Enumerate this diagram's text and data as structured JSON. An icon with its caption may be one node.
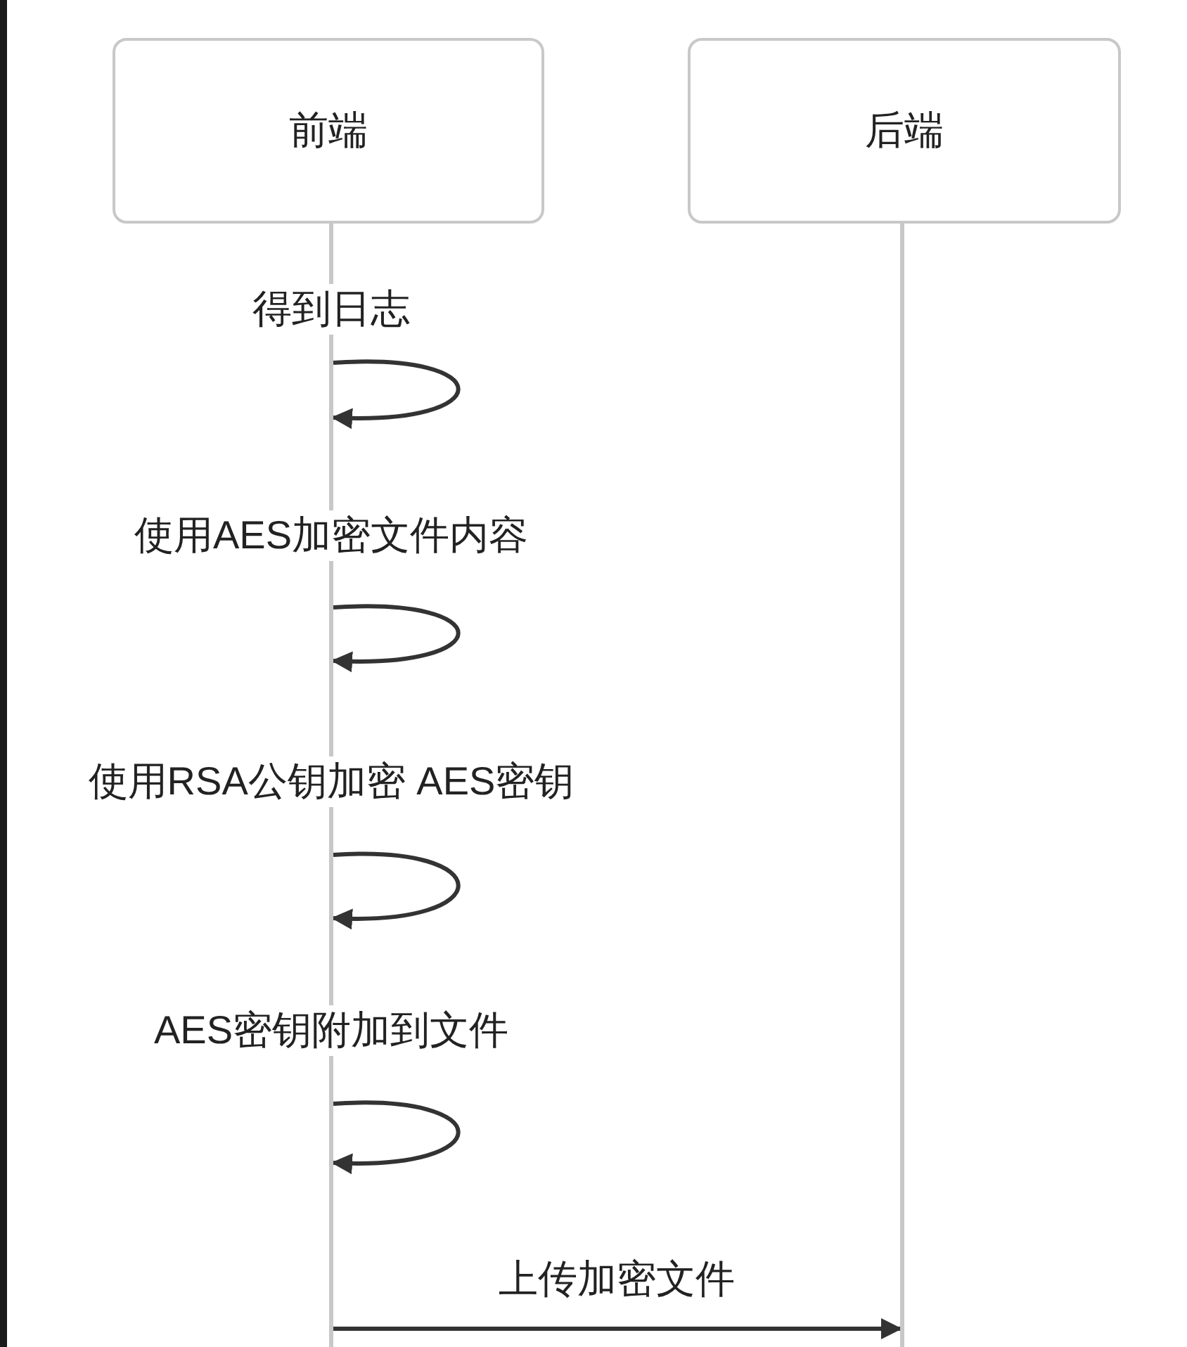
{
  "diagram": {
    "nodes": [
      {
        "text": [
          "前端"
        ]
      },
      {
        "text": [
          "后端"
        ]
      },
      {
        "text": [],
        "shape": "line"
      },
      {
        "text": [],
        "shape": "line"
      }
    ],
    "edges": [
      {
        "from": 2,
        "to": 2,
        "arrow": "to",
        "label": "得到日志"
      },
      {
        "from": 2,
        "to": 2,
        "arrow": "to",
        "label": "使用AES加密文件内容"
      },
      {
        "from": 2,
        "to": 2,
        "arrow": "to",
        "label": "使用RSA公钥加密 AES密钥"
      },
      {
        "from": 2,
        "to": 2,
        "arrow": "to",
        "label": "AES密钥附加到文件"
      },
      {
        "from": 2,
        "to": 3,
        "arrow": "to",
        "label": "上传加密文件"
      }
    ]
  }
}
